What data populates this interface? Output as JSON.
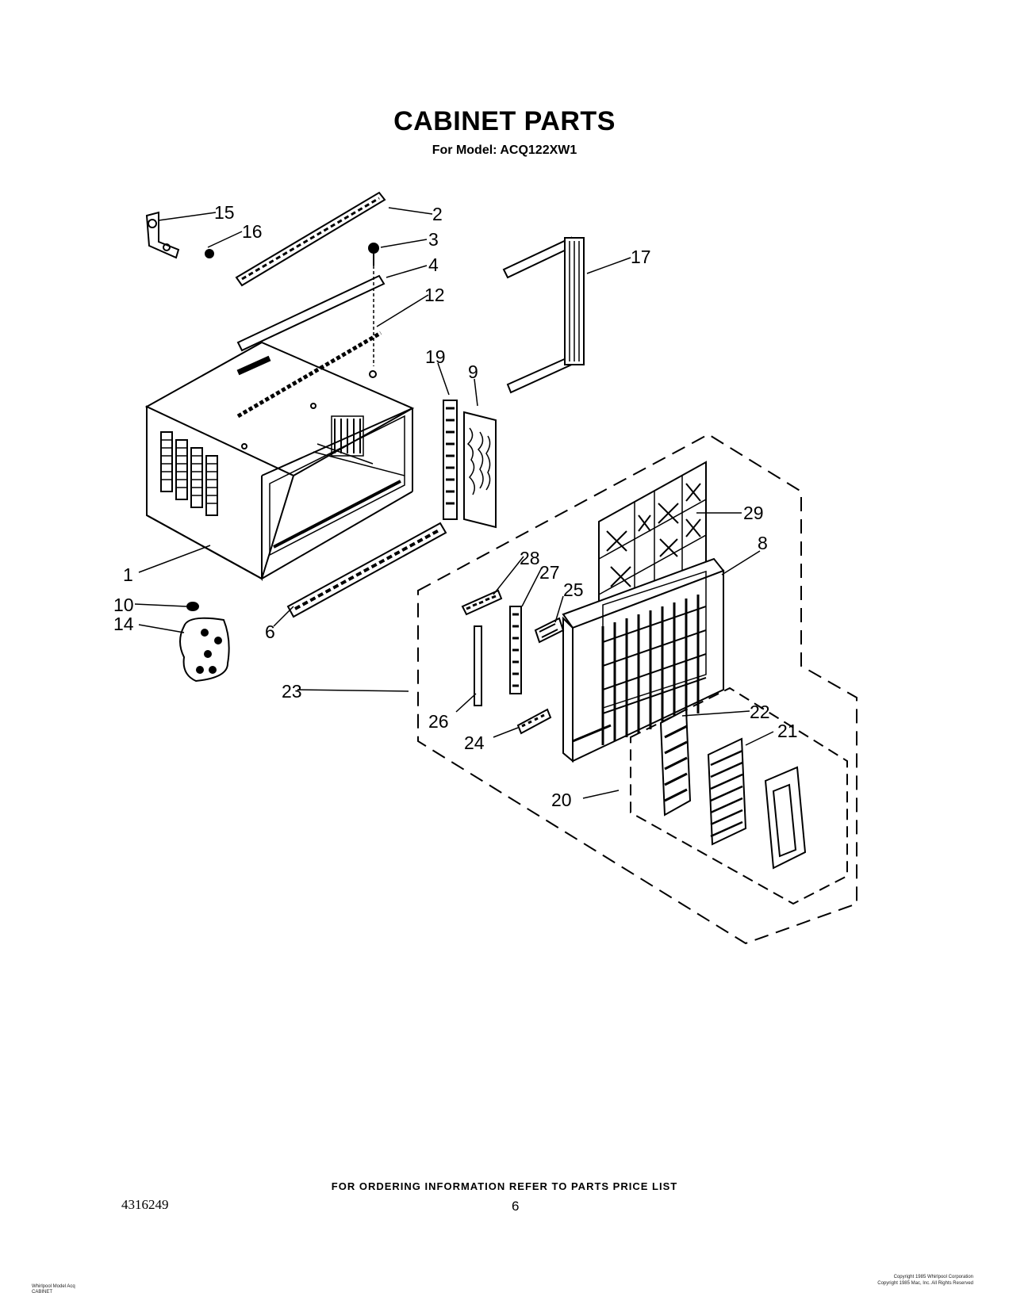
{
  "header": {
    "title": "CABINET PARTS",
    "subtitle": "For Model: ACQ122XW1"
  },
  "diagram": {
    "callouts": [
      {
        "id": "c1",
        "label": "1"
      },
      {
        "id": "c2",
        "label": "2"
      },
      {
        "id": "c3",
        "label": "3"
      },
      {
        "id": "c4",
        "label": "4"
      },
      {
        "id": "c6",
        "label": "6"
      },
      {
        "id": "c8",
        "label": "8"
      },
      {
        "id": "c9",
        "label": "9"
      },
      {
        "id": "c10",
        "label": "10"
      },
      {
        "id": "c12",
        "label": "12"
      },
      {
        "id": "c14",
        "label": "14"
      },
      {
        "id": "c15",
        "label": "15"
      },
      {
        "id": "c16",
        "label": "16"
      },
      {
        "id": "c17",
        "label": "17"
      },
      {
        "id": "c19",
        "label": "19"
      },
      {
        "id": "c20",
        "label": "20"
      },
      {
        "id": "c21",
        "label": "21"
      },
      {
        "id": "c22",
        "label": "22"
      },
      {
        "id": "c23",
        "label": "23"
      },
      {
        "id": "c24",
        "label": "24"
      },
      {
        "id": "c25",
        "label": "25"
      },
      {
        "id": "c26",
        "label": "26"
      },
      {
        "id": "c27",
        "label": "27"
      },
      {
        "id": "c28",
        "label": "28"
      },
      {
        "id": "c29",
        "label": "29"
      }
    ]
  },
  "footer": {
    "ordering_note": "FOR ORDERING INFORMATION REFER TO PARTS PRICE LIST",
    "document_number": "4316249",
    "page_number": "6",
    "fine_print_left": [
      "Whirlpool Model Acq",
      "CABINET"
    ],
    "fine_print_right": [
      "Copyright 1985 Whirlpool Corporation",
      "Copyright 1985 Mac, Inc. All Rights Reserved"
    ]
  }
}
